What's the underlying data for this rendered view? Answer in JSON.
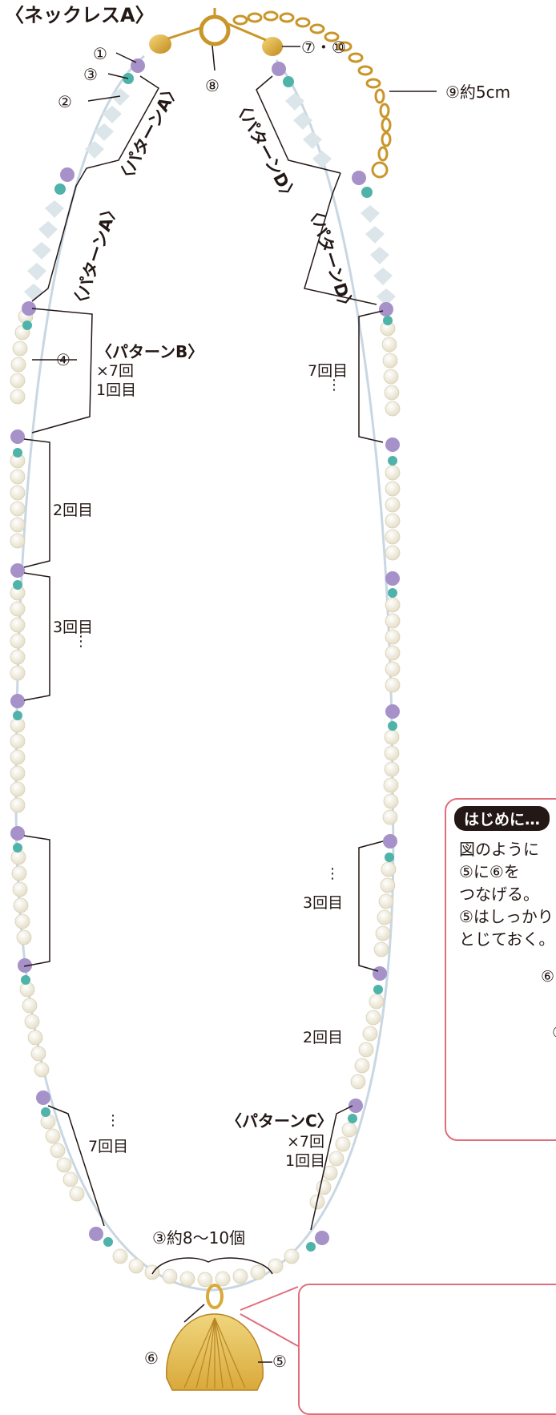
{
  "title": "〈ネックレスA〉",
  "parts": {
    "p1": "①",
    "p2": "②",
    "p3": "③",
    "p4": "④",
    "p5": "⑤",
    "p6": "⑥",
    "p8": "⑧",
    "p7_10": "⑦・⑩",
    "p9": "⑨約5cm"
  },
  "patterns": {
    "a": "〈パターンA〉",
    "d": "〈パターンD〉",
    "b": "〈パターンB〉",
    "b_times": "×7回",
    "c": "〈パターンC〉",
    "c_times": "×7回"
  },
  "counts": {
    "first": "1回目",
    "second": "2回目",
    "third": "3回目",
    "seventh": "7回目",
    "ellipsis": "⋮"
  },
  "bottom_count": "③約8〜10個",
  "note": {
    "header": "はじめに…",
    "lines": [
      "図のように",
      "⑤に⑥を",
      "つなげる。",
      "⑤はしっかり",
      "とじておく。"
    ]
  },
  "colors": {
    "gold": "#d9a93a",
    "pearl": "#f3eedc",
    "purple": "#a691c9",
    "turquoise": "#4fb3a9",
    "crystal": "#dbe5ea",
    "pink": "#e06d7a",
    "shell": "#e8c86e"
  }
}
